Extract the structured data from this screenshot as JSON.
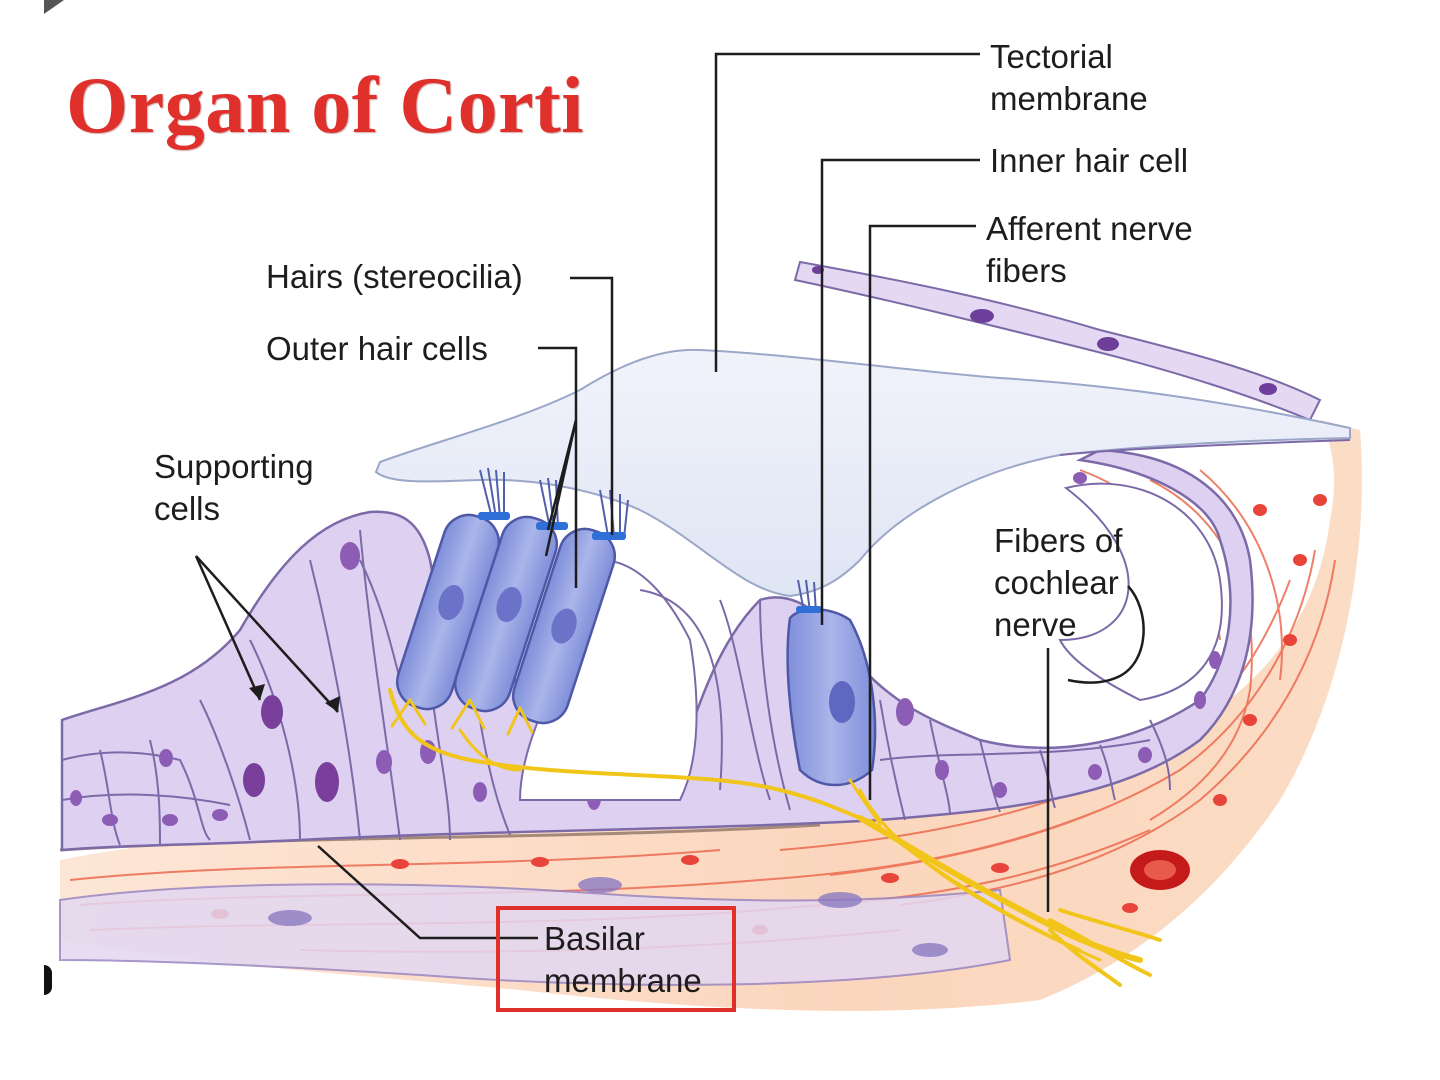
{
  "title": "Organ of Corti",
  "labels": {
    "tectorial_membrane": [
      "Tectorial",
      "membrane"
    ],
    "inner_hair_cell": "Inner hair cell",
    "afferent_nerve_fibers": [
      "Afferent nerve",
      "fibers"
    ],
    "hairs_stereocilia": "Hairs (stereocilia)",
    "outer_hair_cells": "Outer hair cells",
    "supporting_cells": [
      "Supporting",
      "cells"
    ],
    "fibers_of_cochlear_nerve": [
      "Fibers of",
      "cochlear",
      "nerve"
    ],
    "basilar_membrane": [
      "Basilar",
      "membrane"
    ]
  },
  "colors": {
    "title": "#e0302b",
    "highlight_box": "#e0302b",
    "cell_fill": "#dccff0",
    "cell_outline": "#7c6aa8",
    "hair_cell_fill": "#8f9ee0",
    "nucleus": "#6d3f9a",
    "tectorial_fill": "#e6eaf7",
    "nerve": "#f2c51b",
    "fiber_background": "#fbdcc4",
    "fiber_strand": "#e8503a",
    "leader_line": "#1d1d1d"
  }
}
